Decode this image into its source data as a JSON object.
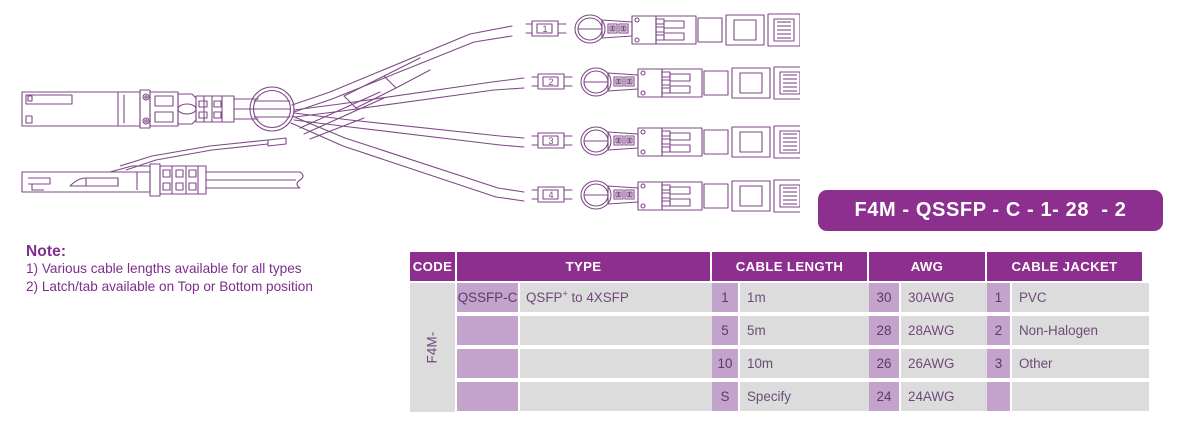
{
  "diagram": {
    "name": "qsfp-breakout-cable-line-drawing",
    "stroke_color": "#7E4A86",
    "description": "QSFP+ transceiver top view and side view with 4-way breakout to SFP+ connectors",
    "branch_labels": [
      "1",
      "2",
      "3",
      "4"
    ],
    "branch_count": 4
  },
  "note": {
    "title": "Note:",
    "lines": [
      "1) Various cable lengths available for all types",
      "2) Latch/tab available on Top or Bottom position"
    ]
  },
  "part_number": {
    "text": "F4M - QSSFP - C - 1- 28  - 2",
    "background": "#8D2F8E",
    "text_color": "#FFFFFF"
  },
  "colors": {
    "header_purple": "#8D2F8E",
    "key_purple": "#C3A2CB",
    "cell_gray": "#DCDCDC",
    "text_purple": "#6F4A79",
    "note_purple": "#7E2D8C",
    "line_stroke": "#7E4A86"
  },
  "table": {
    "headers": [
      "CODE",
      "TYPE",
      "CABLE  LENGTH",
      "AWG",
      "CABLE JACKET"
    ],
    "code": {
      "label": "F4M-"
    },
    "type": {
      "keys": [
        "QSSFP-C",
        "",
        "",
        ""
      ],
      "values": [
        "QSFP⁺ to 4XSFP",
        "",
        "",
        ""
      ]
    },
    "cable_length": {
      "keys": [
        "1",
        "5",
        "10",
        "S"
      ],
      "values": [
        "1m",
        "5m",
        "10m",
        "Specify"
      ]
    },
    "awg": {
      "keys": [
        "30",
        "28",
        "26",
        "24"
      ],
      "values": [
        "30AWG",
        "28AWG",
        "26AWG",
        "24AWG"
      ]
    },
    "cable_jacket": {
      "keys": [
        "1",
        "2",
        "3",
        ""
      ],
      "values": [
        "PVC",
        "Non-Halogen",
        "Other",
        ""
      ]
    }
  }
}
